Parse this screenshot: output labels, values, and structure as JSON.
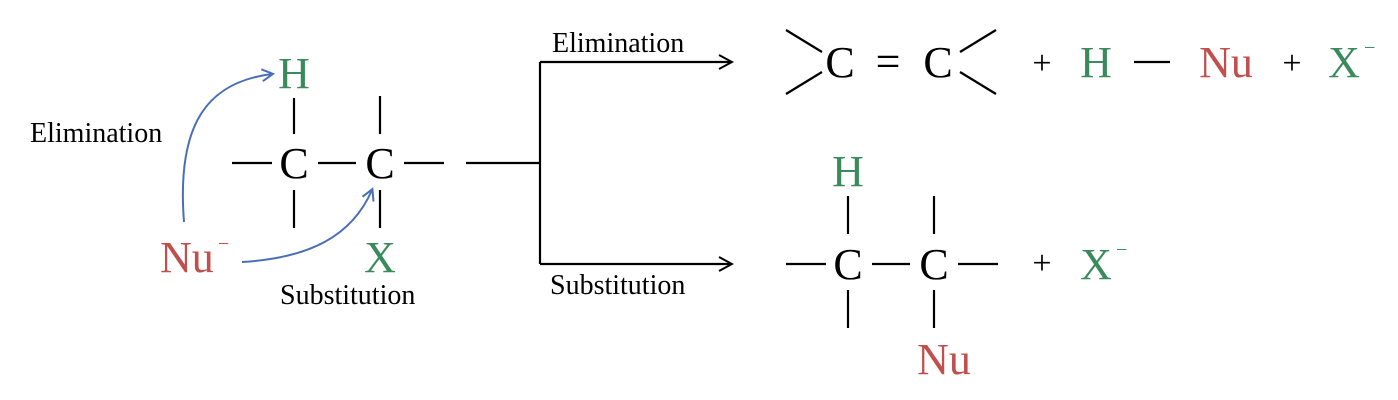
{
  "colors": {
    "black": "#000000",
    "green": "#3a8a5c",
    "red": "#c0504d",
    "arrow_blue": "#4a6fb5"
  },
  "reactant": {
    "h": "H",
    "c1": "C",
    "c2": "C",
    "x": "X",
    "nu": "Nu",
    "nu_charge": "−"
  },
  "labels": {
    "left_elimination": "Elimination",
    "left_substitution": "Substitution",
    "arrow_elimination": "Elimination",
    "arrow_substitution": "Substitution"
  },
  "elimination_products": {
    "c1": "C",
    "double_bond": "=",
    "c2": "C",
    "plus1": "+",
    "h": "H",
    "bond": "—",
    "nu": "Nu",
    "plus2": "+",
    "x": "X",
    "x_charge": "−"
  },
  "substitution_products": {
    "h": "H",
    "c1": "C",
    "c2": "C",
    "nu": "Nu",
    "plus": "+",
    "x": "X",
    "x_charge": "−"
  }
}
